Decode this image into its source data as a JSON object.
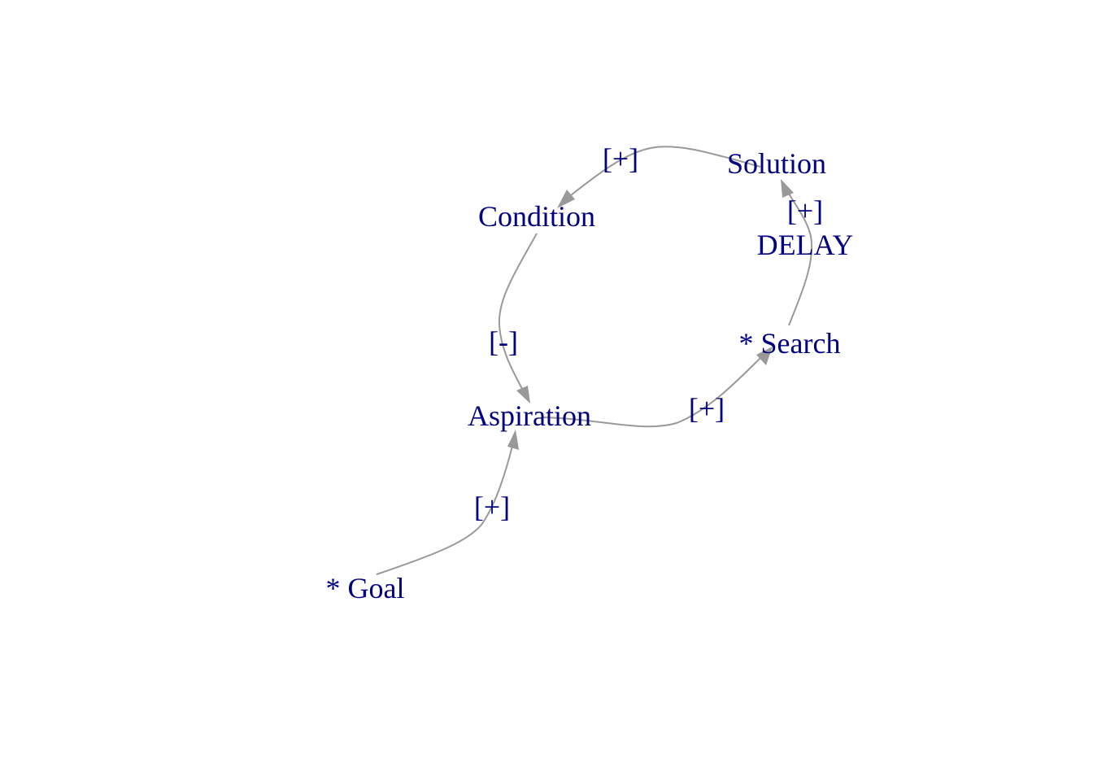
{
  "diagram": {
    "nodes": {
      "goal": "* Goal",
      "aspiration": "Aspiration",
      "condition": "Condition",
      "solution": "Solution",
      "search": "* Search"
    },
    "edges": {
      "goal_to_aspiration": {
        "from": "* Goal",
        "to": "Aspiration",
        "label": "[+]"
      },
      "condition_to_aspiration": {
        "from": "Condition",
        "to": "Aspiration",
        "label": "[-]"
      },
      "aspiration_to_search": {
        "from": "Aspiration",
        "to": "* Search",
        "label": "[+]"
      },
      "search_to_solution": {
        "from": "* Search",
        "to": "Solution",
        "label": "[+]",
        "label_line2": "DELAY"
      },
      "solution_to_condition": {
        "from": "Solution",
        "to": "Condition",
        "label": "[+]"
      }
    },
    "colors": {
      "node_text": "#000080",
      "edge_line": "#999999",
      "background": "#ffffff"
    }
  }
}
